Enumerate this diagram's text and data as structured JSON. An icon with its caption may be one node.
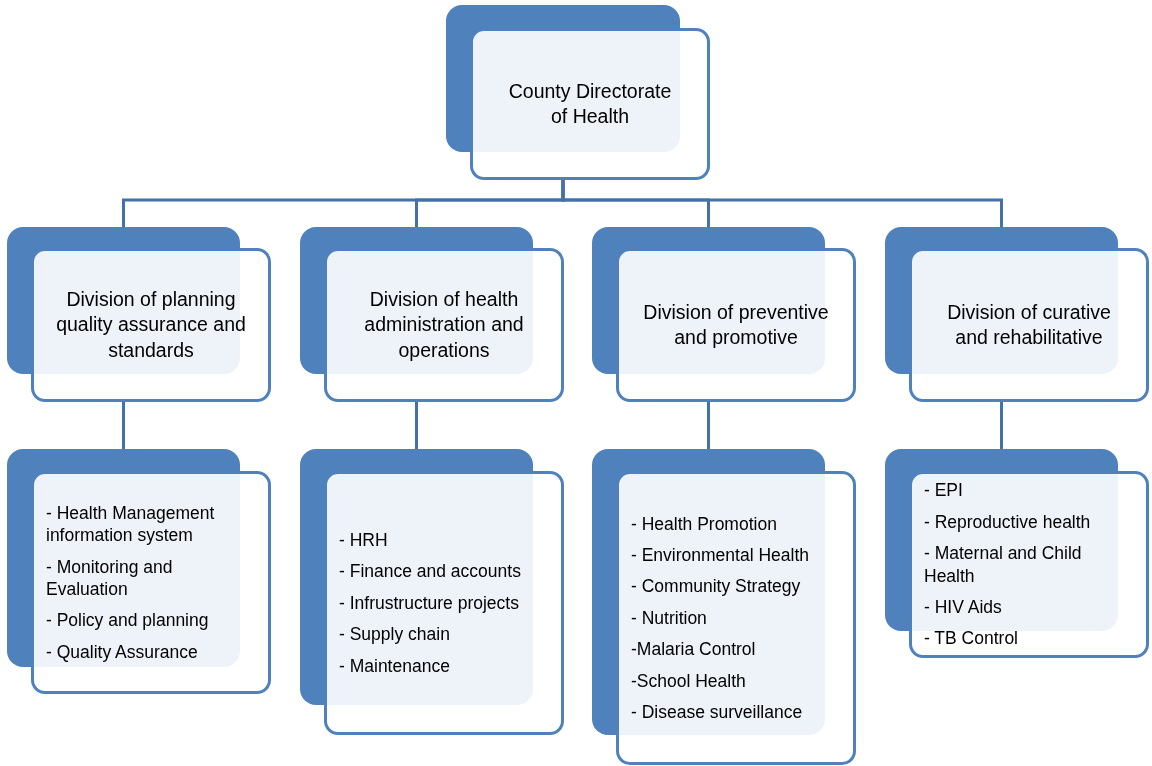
{
  "diagram": {
    "nodes": [
      {
        "text": [
          "County Directorate of Health"
        ]
      },
      {
        "text": [
          "Division of planning quality assurance and standards"
        ]
      },
      {
        "text": [
          "Division of health administration and operations"
        ]
      },
      {
        "text": [
          "Division of preventive and promotive"
        ]
      },
      {
        "text": [
          "Division of curative and rehabilitative"
        ]
      },
      {
        "text": [
          "- Health Management information system",
          "- Monitoring and Evaluation",
          "- Policy and planning",
          "- Quality Assurance"
        ]
      },
      {
        "text": [
          "- HRH",
          "- Finance and accounts",
          "- Infrustructure projects",
          "- Supply chain",
          "- Maintenance"
        ]
      },
      {
        "text": [
          "- Health Promotion",
          "- Environmental Health",
          "- Community Strategy",
          "- Nutrition",
          "-Malaria Control",
          "-School Health",
          "- Disease surveillance"
        ]
      },
      {
        "text": [
          "- EPI",
          "- Reproductive health",
          "- Maternal and Child Health",
          "- HIV Aids",
          "- TB Control"
        ]
      }
    ],
    "edges": [
      {
        "from": 0,
        "to": 1,
        "arrow": "none"
      },
      {
        "from": 0,
        "to": 2,
        "arrow": "none"
      },
      {
        "from": 0,
        "to": 3,
        "arrow": "none"
      },
      {
        "from": 0,
        "to": 4,
        "arrow": "none"
      },
      {
        "from": 1,
        "to": 5,
        "arrow": "none"
      },
      {
        "from": 2,
        "to": 6,
        "arrow": "none"
      },
      {
        "from": 3,
        "to": 7,
        "arrow": "none"
      },
      {
        "from": 4,
        "to": 8,
        "arrow": "none"
      }
    ]
  }
}
